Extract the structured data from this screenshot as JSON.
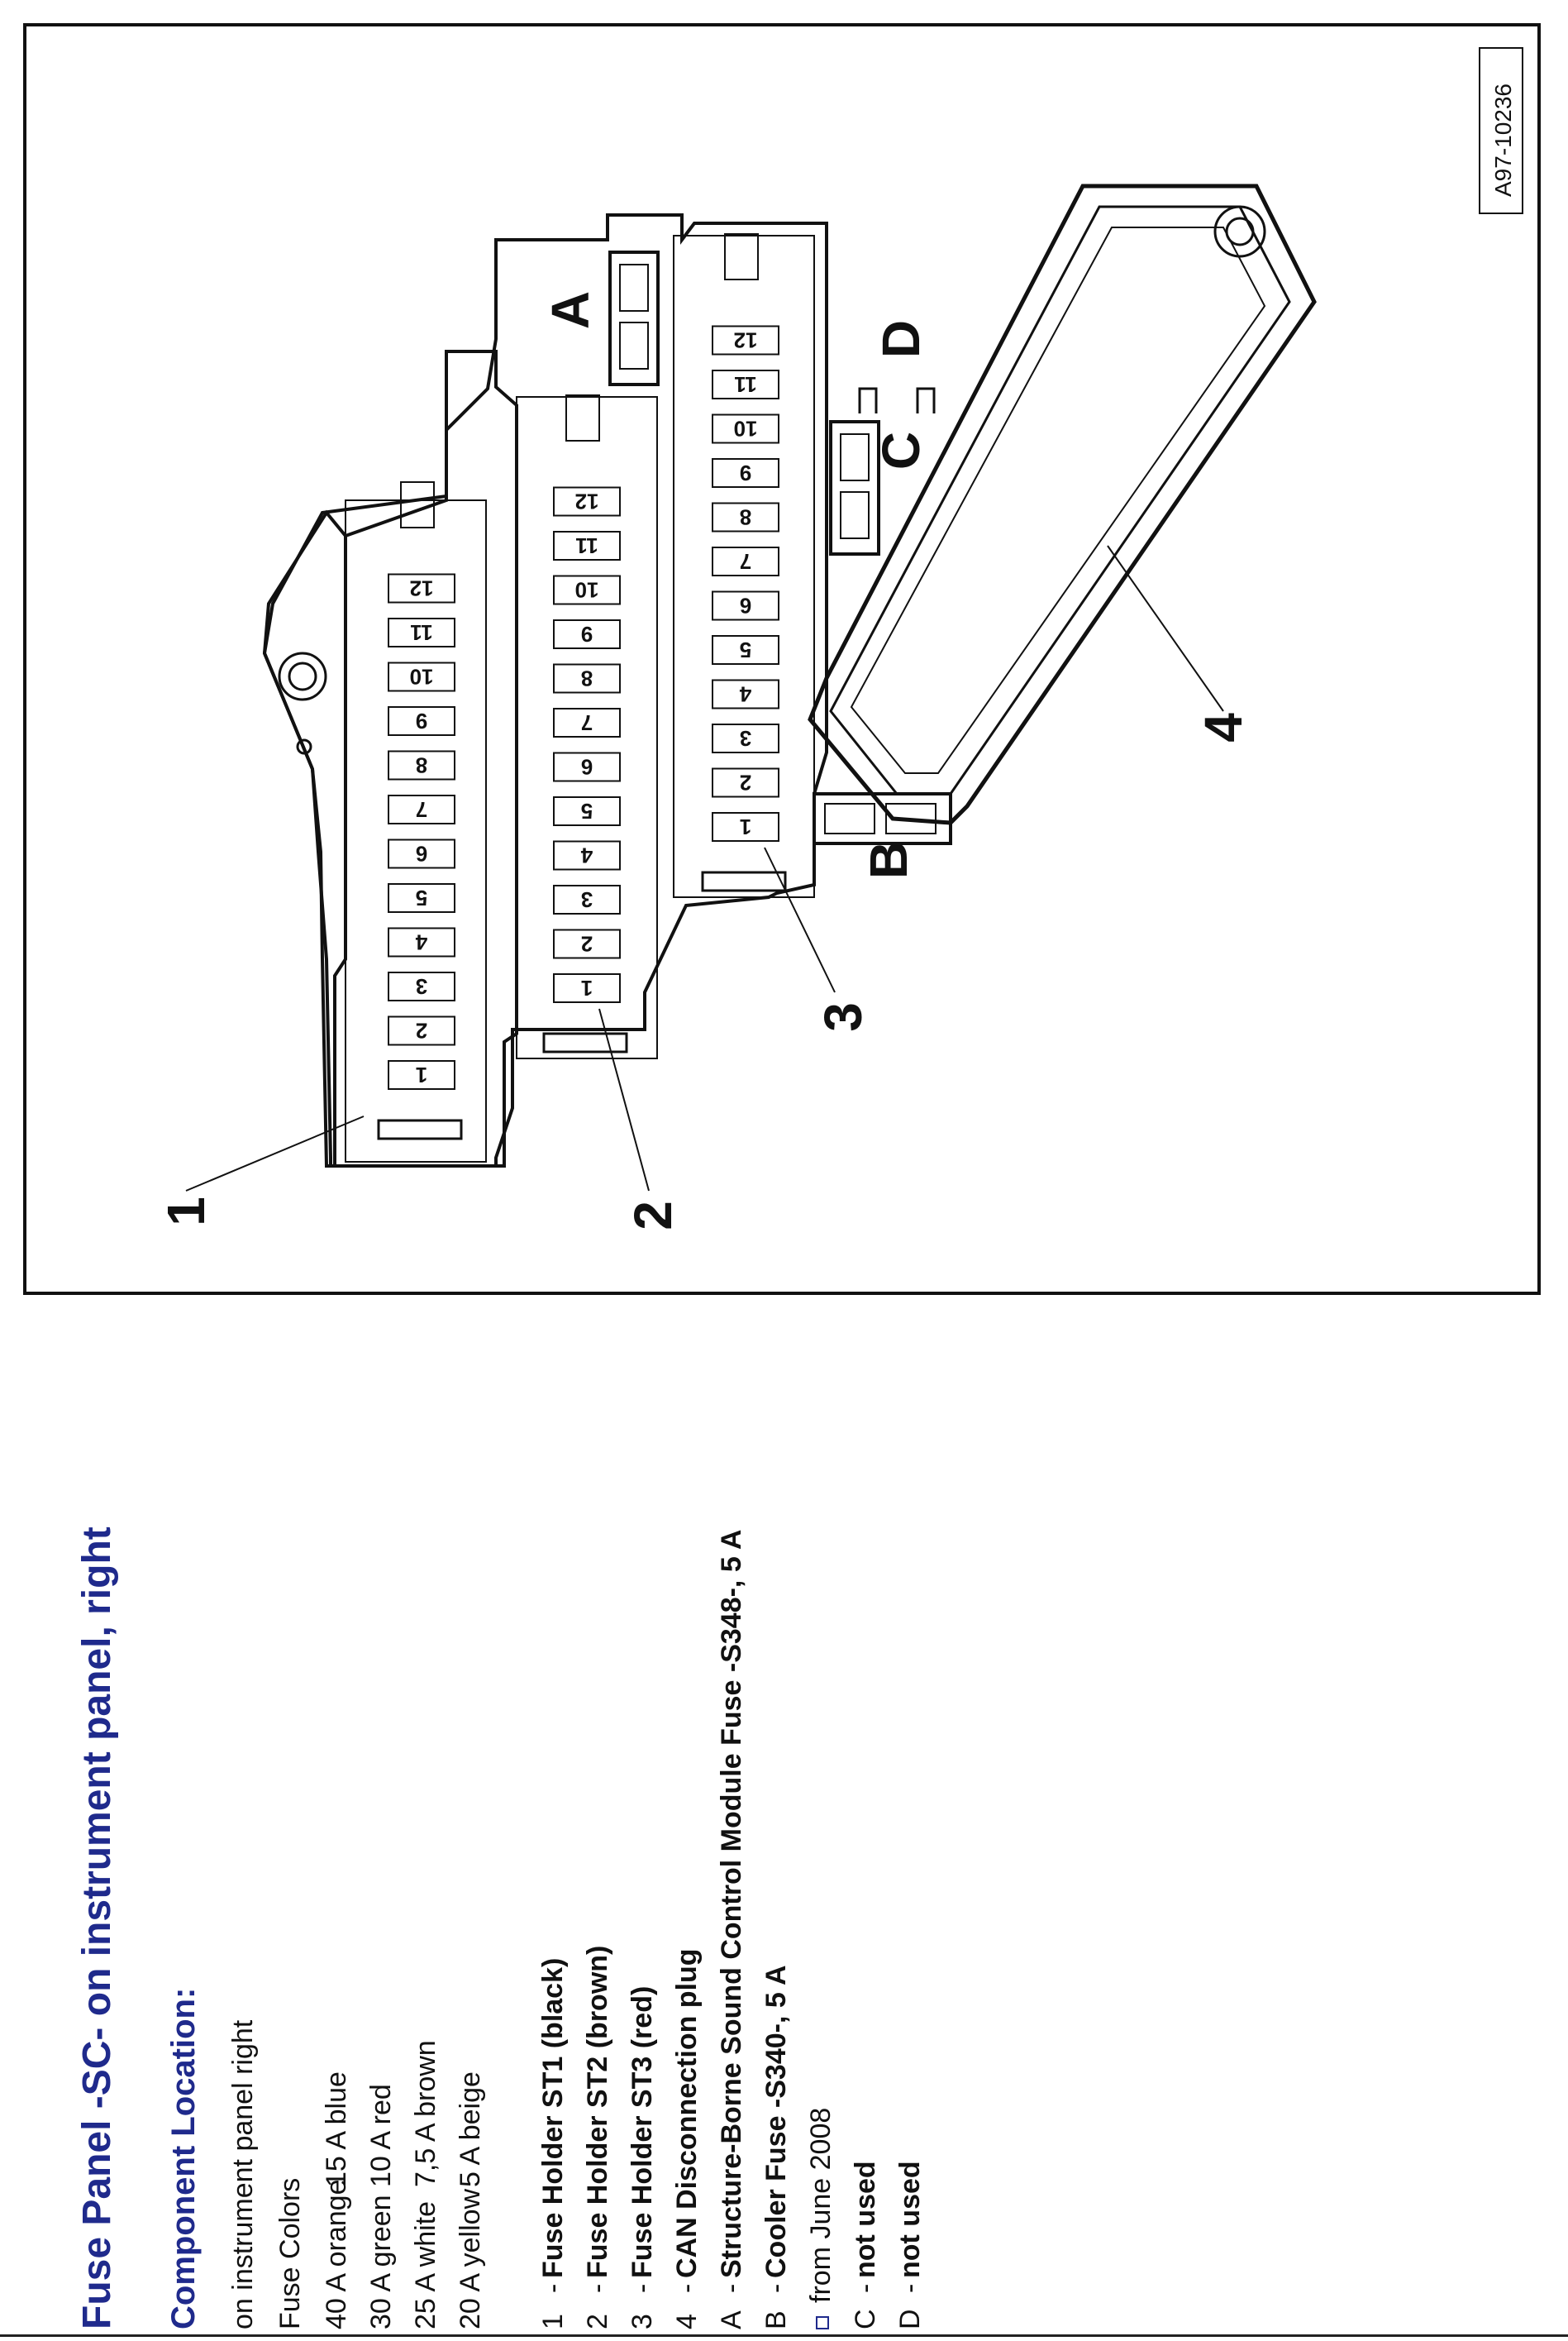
{
  "title": "Fuse Panel -SC- on instrument panel, right",
  "subtitle": "Component Location:",
  "location_text": "on instrument panel right",
  "fuse_colors": {
    "heading": "Fuse Colors",
    "rows": [
      {
        "left": "40 A orange",
        "right": "15 A blue"
      },
      {
        "left": "30 A green",
        "right": "10 A red"
      },
      {
        "left": "25 A white",
        "right": "7,5 A brown"
      },
      {
        "left": "20 A yellow",
        "right": "5 A beige"
      }
    ]
  },
  "legend": [
    {
      "key": "1",
      "text": "Fuse Holder ST1 (black)"
    },
    {
      "key": "2",
      "text": "Fuse Holder ST2 (brown)"
    },
    {
      "key": "3",
      "text": "Fuse Holder ST3 (red)"
    },
    {
      "key": "4",
      "text": "CAN Disconnection plug"
    },
    {
      "key": "A",
      "text": "Structure-Borne Sound Control Module Fuse -S348-, 5 A"
    },
    {
      "key": "B",
      "text": "Cooler Fuse -S340-, 5 A"
    },
    {
      "key": "",
      "text": "from June 2008"
    },
    {
      "key": "C",
      "text": "not used"
    },
    {
      "key": "D",
      "text": "not used"
    }
  ],
  "diagram": {
    "code": "A97-10236",
    "fuse_numbers": [
      "1",
      "2",
      "3",
      "4",
      "5",
      "6",
      "7",
      "8",
      "9",
      "10",
      "11",
      "12"
    ],
    "callouts": [
      "1",
      "2",
      "3",
      "4",
      "A",
      "B",
      "C",
      "D"
    ]
  },
  "colors": {
    "heading": "#1f2a8c",
    "line": "#111111"
  }
}
